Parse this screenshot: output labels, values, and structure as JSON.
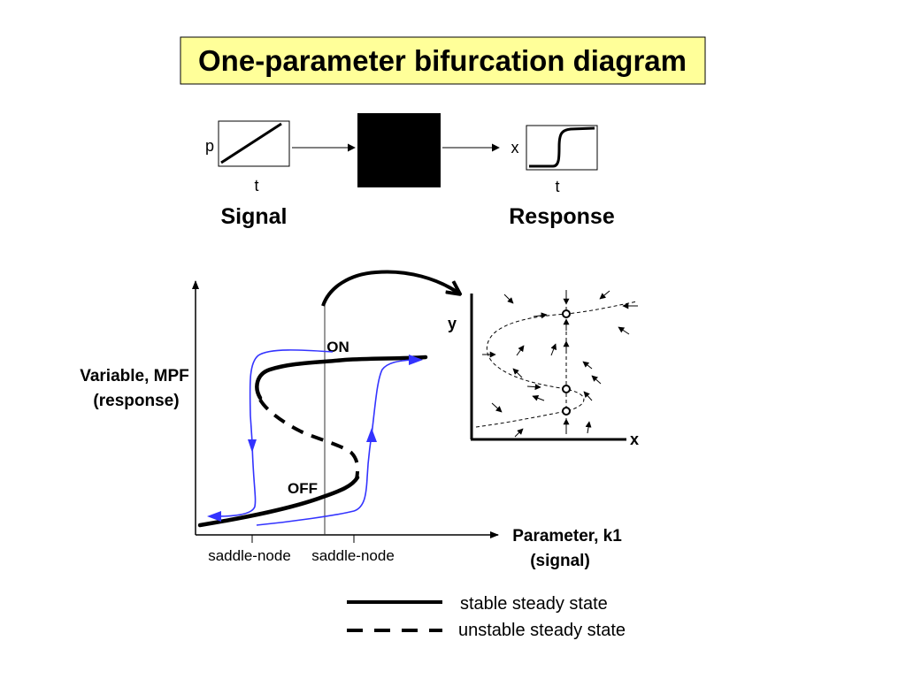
{
  "title": "One-parameter bifurcation diagram",
  "colors": {
    "title_background": "#ffff99",
    "trajectory": "#3333ff"
  },
  "block_diagram": {
    "signal": {
      "axis_y": "p",
      "axis_x": "t",
      "caption": "Signal"
    },
    "response": {
      "axis_y": "x",
      "axis_x": "t",
      "caption": "Response"
    }
  },
  "bifurcation_plot": {
    "ylabel": [
      "Variable, MPF",
      "(response)"
    ],
    "xlabel": [
      "Parameter, k1",
      "(signal)"
    ],
    "branch_labels": {
      "on": "ON",
      "off": "OFF"
    },
    "tick_labels": [
      "saddle-node",
      "saddle-node"
    ]
  },
  "phase_plane": {
    "ylabel": "y",
    "xlabel": "x"
  },
  "legend": [
    {
      "label": "stable steady state"
    },
    {
      "label": "unstable steady state"
    }
  ]
}
